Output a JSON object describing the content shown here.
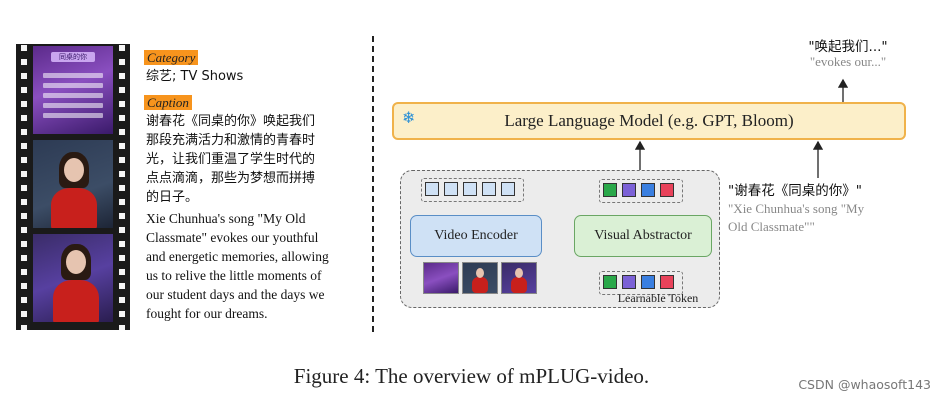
{
  "left": {
    "category_tag": "Category",
    "category_value": "综艺; TV Shows",
    "caption_tag": "Caption",
    "caption_cn_lines": [
      "谢春花《同桌的你》唤起我们",
      "那段充满活力和激情的青春时",
      "光，让我们重温了学生时代的",
      "点点滴滴，那些为梦想而拼搏",
      "的日子。"
    ],
    "caption_en_lines": [
      "Xie Chunhua's song \"My Old",
      "Classmate\" evokes our youthful",
      "and energetic memories, allowing",
      "us to relive the little moments of",
      "our student days and the days we",
      "fought for our dreams."
    ],
    "frame1_title": "同桌的你"
  },
  "diagram": {
    "llm_label": "Large Language Model (e.g. GPT, Bloom)",
    "video_encoder_label": "Video Encoder",
    "visual_abstractor_label": "Visual Abstractor",
    "learnable_token_label": "Learnable Token",
    "output_cn": "\"唤起我们...\"",
    "output_en": "\"evokes our...\"",
    "input_cn": "\"谢春花《同桌的你》\"",
    "input_en_lines": [
      "\"Xie Chunhua's song \"My",
      "Old Classmate\"\""
    ],
    "token_colors": [
      "#2aa84a",
      "#7b61d6",
      "#3a7fe0",
      "#e8425a"
    ],
    "frozen_icon": "snowflake-icon"
  },
  "figure_caption": "Figure 4: The overview of mPLUG-video.",
  "watermark": "CSDN @whaosoft143"
}
